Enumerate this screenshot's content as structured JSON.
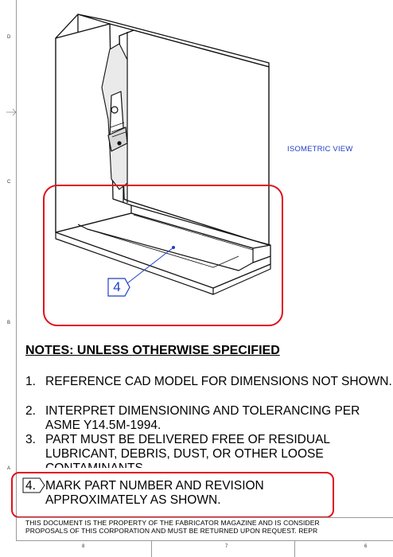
{
  "drawing": {
    "view_label": "ISOMETRIC VIEW",
    "balloon_number": "4"
  },
  "zones": {
    "left": [
      "D",
      "C",
      "B",
      "A"
    ],
    "bottom": [
      "8",
      "7",
      "6"
    ]
  },
  "notes": {
    "title": "NOTES: UNLESS OTHERWISE SPECIFIED",
    "items": [
      {
        "num": "1.",
        "text": "REFERENCE CAD MODEL FOR DIMENSIONS NOT SHOWN."
      },
      {
        "num": "2.",
        "text": "INTERPRET DIMENSIONING AND TOLERANCING PER ASME Y14.5M-1994."
      },
      {
        "num": "3.",
        "text": "PART MUST BE DELIVERED FREE OF RESIDUAL LUBRICANT, DEBRIS, DUST, OR OTHER LOOSE CONTAMINANTS."
      },
      {
        "num": "4.",
        "text": "MARK PART NUMBER AND REVISION APPROXIMATELY AS SHOWN."
      }
    ]
  },
  "footer": {
    "line1": "THIS DOCUMENT IS THE PROPERTY OF THE FABRICATOR MAGAZINE AND IS CONSIDER",
    "line2": "PROPOSALS OF THIS CORPORATION AND MUST BE RETURNED UPON REQUEST.  REPR"
  },
  "colors": {
    "highlight": "#e0101c",
    "view_label": "#1f3fc4",
    "leader": "#1f3fc4"
  }
}
